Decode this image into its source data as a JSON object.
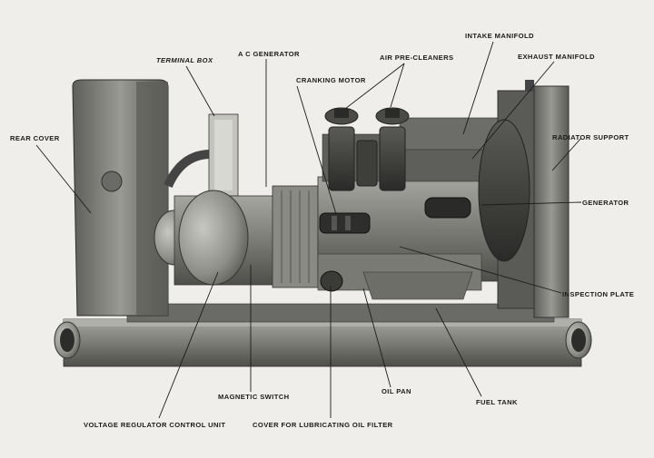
{
  "labels": {
    "terminal_box": "TERMINAL BOX",
    "ac_generator": "A C GENERATOR",
    "intake_manifold": "INTAKE MANIFOLD",
    "air_pre_cleaners": "AIR PRE-CLEANERS",
    "exhaust_manifold": "EXHAUST MANIFOLD",
    "cranking_motor": "CRANKING MOTOR",
    "rear_cover": "REAR COVER",
    "radiator_support": "RADIATOR SUPPORT",
    "generator": "GENERATOR",
    "inspection_plate": "INSPECTION PLATE",
    "magnetic_switch": "MAGNETIC SWITCH",
    "oil_pan": "OIL PAN",
    "fuel_tank": "FUEL TANK",
    "voltage_regulator_control_unit": "VOLTAGE REGULATOR CONTROL UNIT",
    "cover_for_lubricating_oil_filter": "COVER FOR LUBRICATING OIL FILTER"
  }
}
